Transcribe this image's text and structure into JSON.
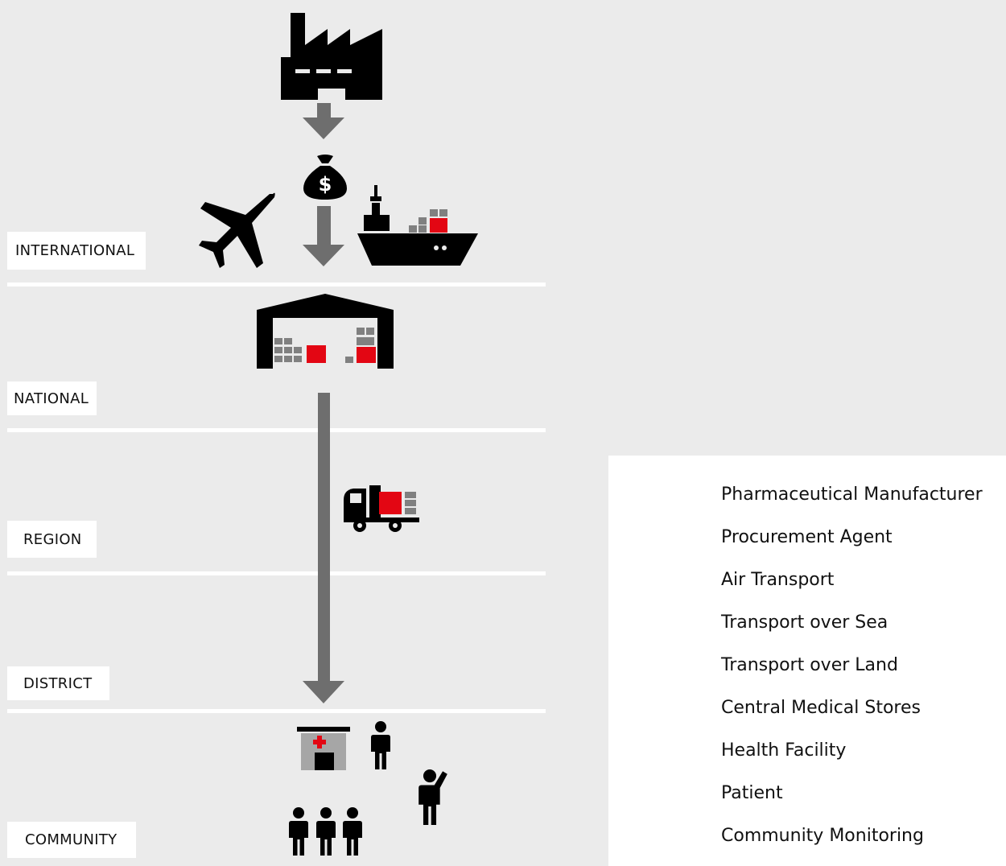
{
  "levels": [
    {
      "id": "international",
      "label": "INTERNATIONAL"
    },
    {
      "id": "national",
      "label": "NATIONAL"
    },
    {
      "id": "region",
      "label": "REGION"
    },
    {
      "id": "district",
      "label": "DISTRICT"
    },
    {
      "id": "community",
      "label": "COMMUNITY"
    }
  ],
  "procurement_symbol": "$",
  "legend": {
    "items": [
      {
        "icon": "factory-icon",
        "label": "Pharmaceutical Manufacturer"
      },
      {
        "icon": "money-bag-icon",
        "label": "Procurement Agent"
      },
      {
        "icon": "airplane-icon",
        "label": "Air Transport"
      },
      {
        "icon": "ship-icon",
        "label": "Transport over Sea"
      },
      {
        "icon": "truck-icon",
        "label": "Transport over Land"
      },
      {
        "icon": "warehouse-icon",
        "label": "Central Medical Stores"
      },
      {
        "icon": "health-facility-icon",
        "label": "Health Facility"
      },
      {
        "icon": "patient-icon",
        "label": "Patient"
      },
      {
        "icon": "community-monitoring-icon",
        "label": "Community Monitoring"
      }
    ]
  },
  "colors": {
    "background": "#ebebeb",
    "icon": "#000000",
    "accent": "#e30613",
    "arrow": "#6e6e6e",
    "box_grey": "#808080",
    "facility_wall": "#a6a6a6",
    "divider": "#ffffff"
  }
}
